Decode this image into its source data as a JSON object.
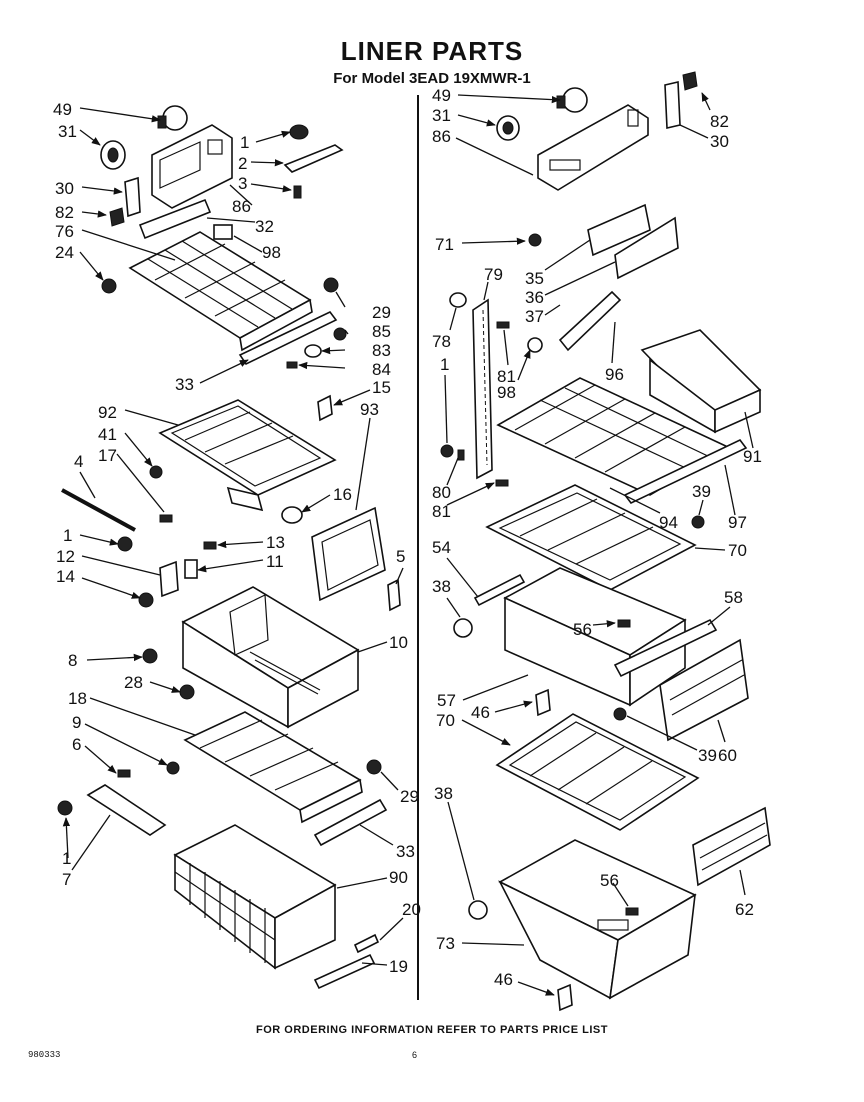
{
  "header": {
    "title": "LINER PARTS",
    "subtitle": "For Model 3EAD 19XMWR-1"
  },
  "footer": {
    "ordering_note": "FOR ORDERING INFORMATION REFER TO PARTS PRICE LIST",
    "doc_number": "980333",
    "page_number": "6"
  },
  "callouts": {
    "left": [
      "49",
      "31",
      "30",
      "82",
      "76",
      "24",
      "1",
      "2",
      "3",
      "86",
      "32",
      "98",
      "29",
      "85",
      "83",
      "84",
      "33",
      "15",
      "92",
      "41",
      "17",
      "4",
      "93",
      "16",
      "1",
      "12",
      "14",
      "13",
      "11",
      "5",
      "10",
      "8",
      "28",
      "18",
      "9",
      "6",
      "29",
      "33",
      "1",
      "7",
      "90",
      "20",
      "19"
    ],
    "right": [
      "49",
      "31",
      "86",
      "82",
      "30",
      "71",
      "35",
      "36",
      "37",
      "79",
      "78",
      "81",
      "98",
      "96",
      "1",
      "91",
      "80",
      "81",
      "39",
      "94",
      "97",
      "54",
      "70",
      "38",
      "58",
      "56",
      "57",
      "46",
      "39",
      "60",
      "70",
      "38",
      "56",
      "62",
      "73",
      "46"
    ]
  }
}
